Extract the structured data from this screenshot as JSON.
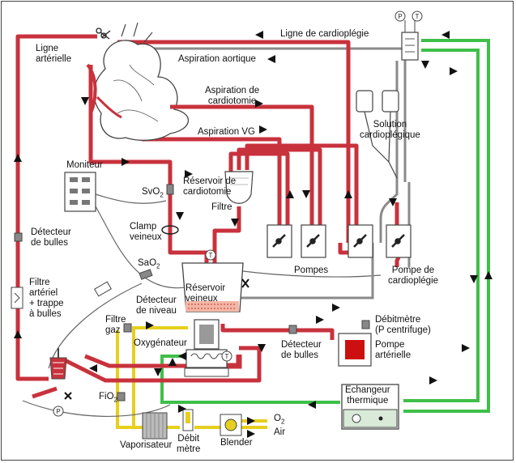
{
  "colors": {
    "red": "#c8323c",
    "green": "#3fbf49",
    "yellow": "#e6cf1e",
    "gray": "#8a8a8a",
    "pump_red": "#cc1010"
  },
  "labels": {
    "ligne_arterielle": [
      "Ligne",
      "artérielle"
    ],
    "ligne_cardioplegie": "Ligne de cardioplégie",
    "aspiration_aortique": "Aspiration aortique",
    "aspiration_cardiotomie": [
      "Aspiration de",
      "cardiotomie"
    ],
    "aspiration_vg": "Aspiration VG",
    "moniteur": "Moniteur",
    "svo2": "SvO",
    "svo2_sub": "2",
    "reservoir_cardiotomie": [
      "Réservoir de",
      "cardiotomie"
    ],
    "filtre": "Filtre",
    "solution_cardioplegique": [
      "Solution",
      "cardioplégique"
    ],
    "clamp_veineux": [
      "Clamp",
      "veineux"
    ],
    "detecteur_bulles_left": [
      "Détecteur",
      "de bulles"
    ],
    "sao2": "SaO",
    "sao2_sub": "2",
    "pompes": "Pompes",
    "pompe_cardioplegie": [
      "Pompe de",
      "cardioplégie"
    ],
    "filtre_arteriel": [
      "Filtre",
      "artériel",
      "+ trappe",
      "à bulles"
    ],
    "reservoir_veineux": [
      "Réservoir",
      "veineux"
    ],
    "detecteur_niveau": [
      "Détecteur",
      "de niveau"
    ],
    "debitmetre_centrifuge": [
      "Débitmètre",
      "(P centrifuge)"
    ],
    "filtre_gaz": [
      "Filtre",
      "gaz"
    ],
    "oxygenateur": "Oxygénateur",
    "detecteur_bulles_right": [
      "Détecteur",
      "de bulles"
    ],
    "pompe_arterielle": [
      "Pompe",
      "artérielle"
    ],
    "fio2": "FiO",
    "fio2_sub": "2",
    "echangeur_thermique": [
      "Echangeur",
      "thermique"
    ],
    "o2": "O",
    "o2_sub": "2",
    "air": "Air",
    "vaporisateur": "Vaporisateur",
    "debit_metre": [
      "Débit",
      "mètre"
    ],
    "blender": "Blender",
    "gauge_p": "P",
    "gauge_t": "T"
  }
}
